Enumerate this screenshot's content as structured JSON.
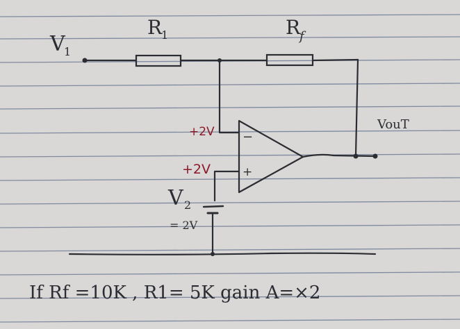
{
  "paper": {
    "background_color": "#d9d8d6",
    "rule_color": "#7f8aa0",
    "ink_color": "#2b2d33",
    "red_ink_color": "#8a1a2a"
  },
  "labels": {
    "v1": "V",
    "v1_sub": "1",
    "r1": "R",
    "r1_sub": "1",
    "rf": "R",
    "rf_sub": "f",
    "vout": "VouT",
    "inv_input_voltage": "+2V",
    "noninv_input_voltage": "+2V",
    "minus_sign": "−",
    "plus_sign": "+",
    "v2": "V",
    "v2_sub": "2",
    "v2_value": "= 2V",
    "formula": "If Rf =10K , R1= 5K   gain A=×2"
  }
}
